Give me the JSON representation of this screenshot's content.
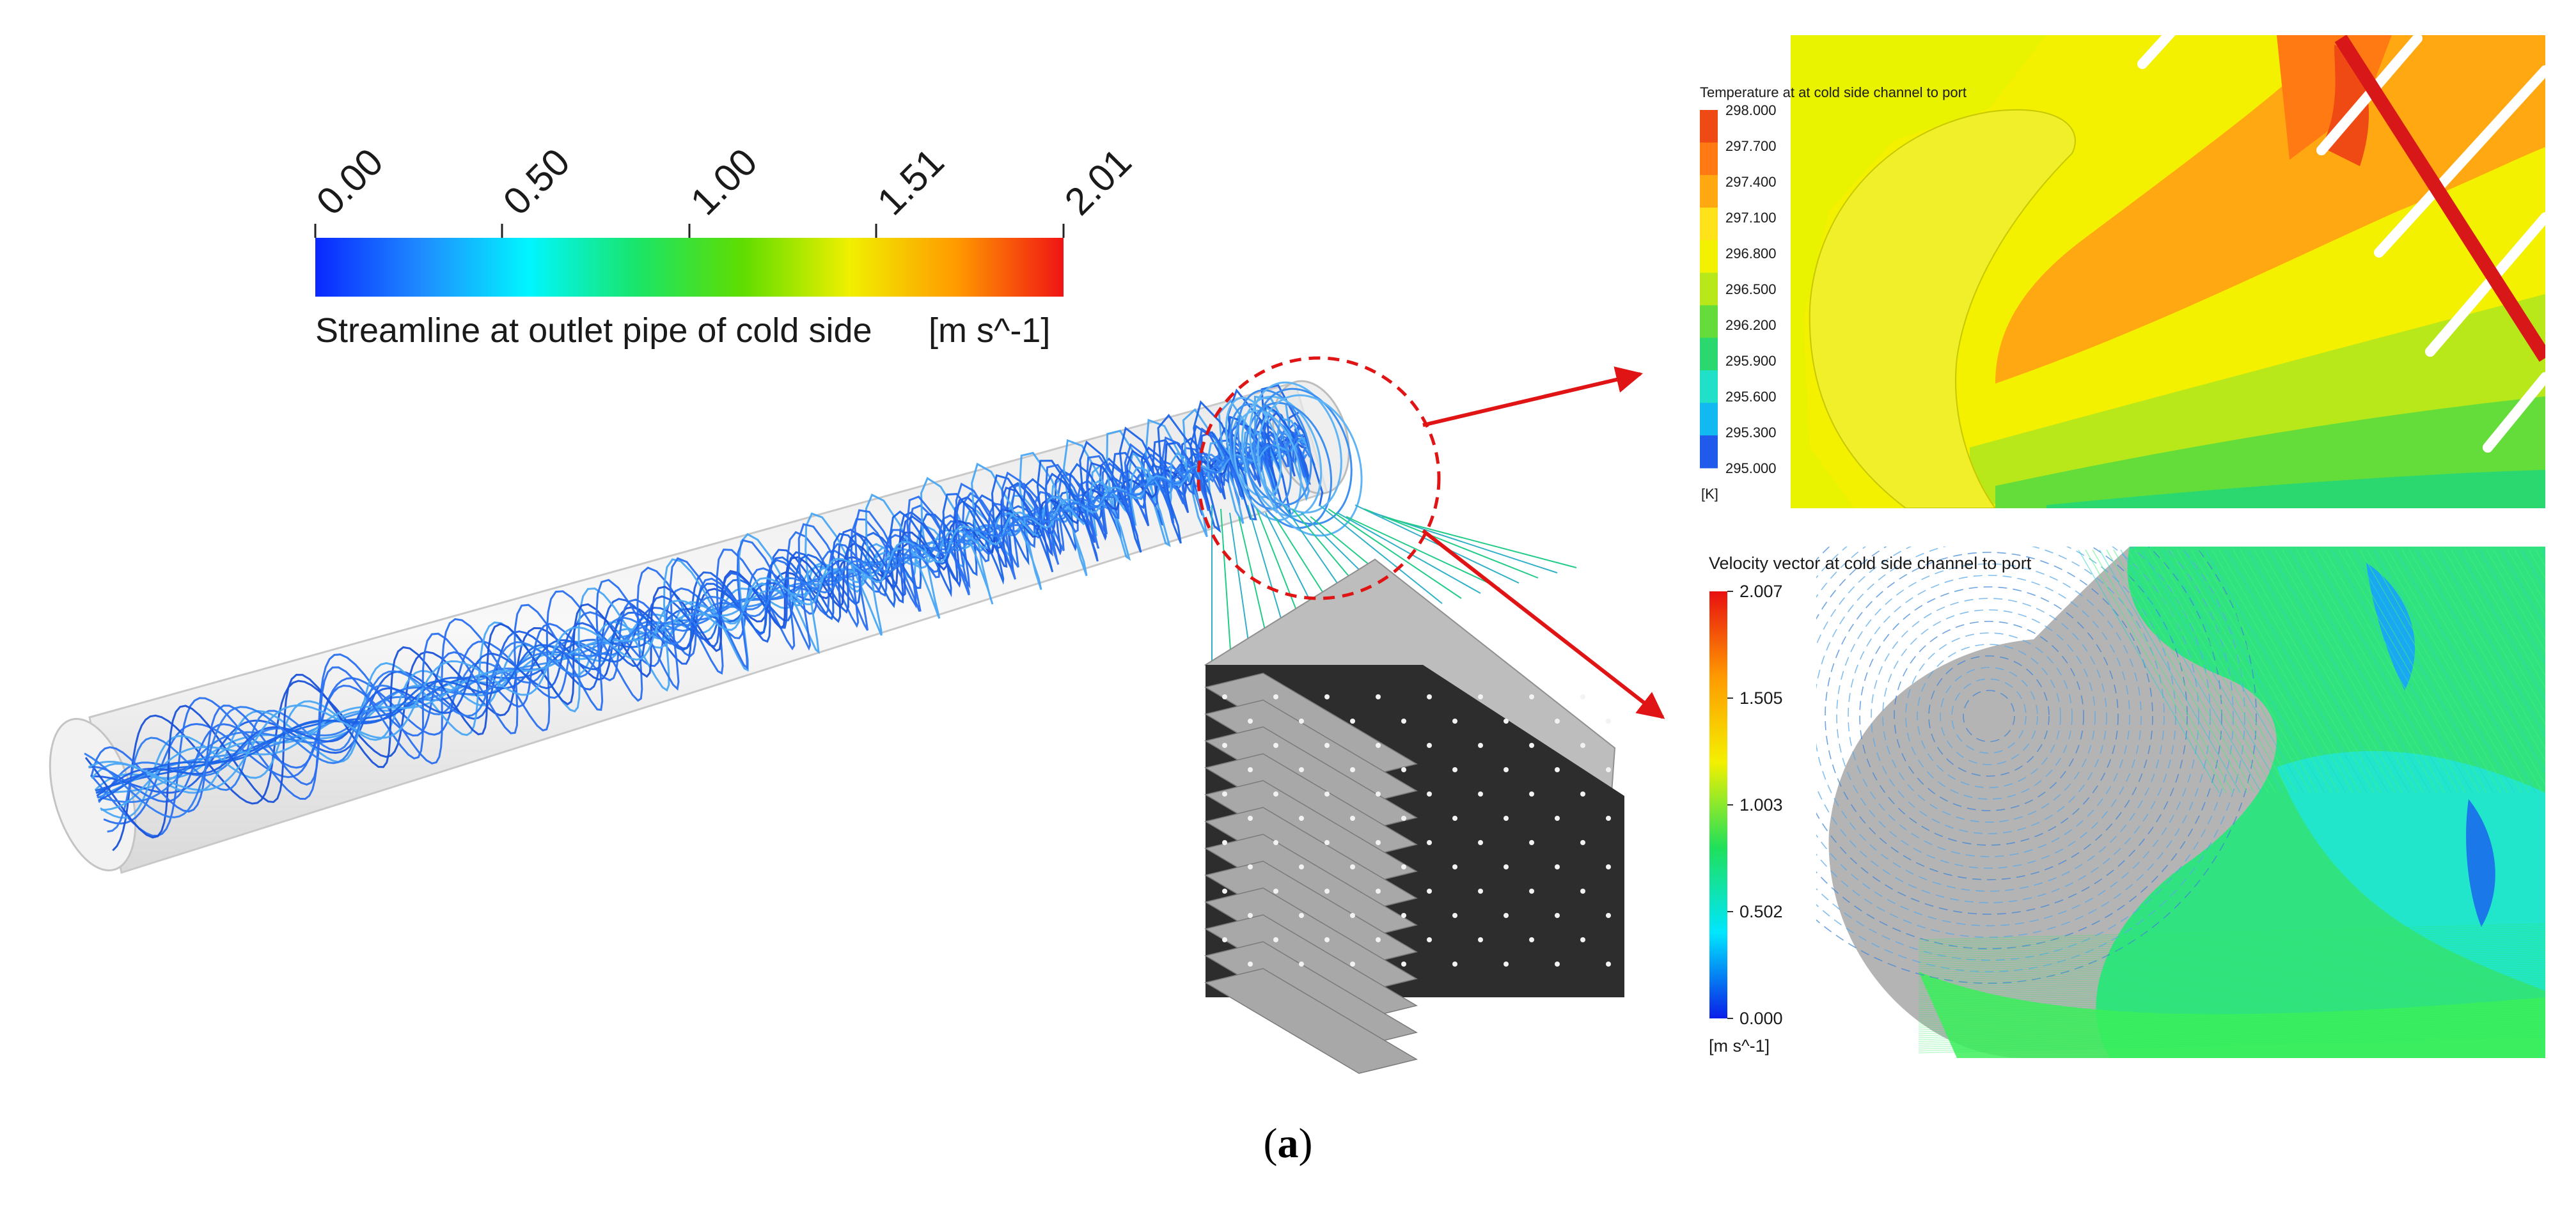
{
  "figure": {
    "caption_open": "(",
    "caption_letter": "a",
    "caption_close": ")"
  },
  "streamline_legend": {
    "title": "Streamline at outlet pipe of cold side",
    "unit": "[m s^-1]",
    "ticks": [
      "0.00",
      "0.50",
      "1.00",
      "1.51",
      "2.01"
    ],
    "gradient_colors": [
      "#0a28ff",
      "#1f8cff",
      "#00f6ff",
      "#19e56a",
      "#5fdd00",
      "#f0f000",
      "#ff9a00",
      "#f01414"
    ]
  },
  "temperature_panel": {
    "title": "Temperature at at cold side channel to port",
    "unit": "[K]",
    "levels": [
      "298.000",
      "297.700",
      "297.400",
      "297.100",
      "296.800",
      "296.500",
      "296.200",
      "295.900",
      "295.600",
      "295.300",
      "295.000"
    ],
    "band_colors": [
      "#f04a14",
      "#ff7a12",
      "#ffa812",
      "#ffe21a",
      "#f2f200",
      "#b8e81a",
      "#64dd3a",
      "#2bd870",
      "#20e0c8",
      "#12b8f0",
      "#1f5aeb"
    ]
  },
  "velocity_panel": {
    "title": "Velocity vector at cold side channel to port",
    "unit": "[m s^-1]",
    "levels": [
      "2.007",
      "1.505",
      "1.003",
      "0.502",
      "0.000"
    ],
    "gradient_colors": [
      "#e81010",
      "#ff9a00",
      "#f4f000",
      "#1fe05a",
      "#00e6ff",
      "#0a1ee8"
    ]
  },
  "colors": {
    "highlight_circle": "#e01414",
    "arrow": "#e01414",
    "streamline": "#1e5fe6",
    "pipe": "#d9d9d9",
    "exchanger_dark": "#303030",
    "exchanger_light": "#9a9a9a"
  }
}
